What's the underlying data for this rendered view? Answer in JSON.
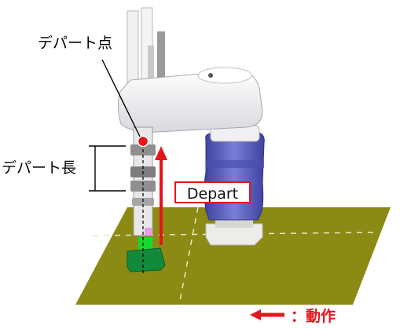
{
  "labels": {
    "depart_point": "デパート点",
    "depart_length": "デパート長",
    "depart": "Depart",
    "legend_action": "：動作"
  },
  "colors": {
    "motion_arrow": "#e8141c",
    "floor": "#8a8a15",
    "robot_link": "#f4f4f6",
    "robot_motor": "#5b5fb8",
    "workpiece": "#138a3b"
  }
}
